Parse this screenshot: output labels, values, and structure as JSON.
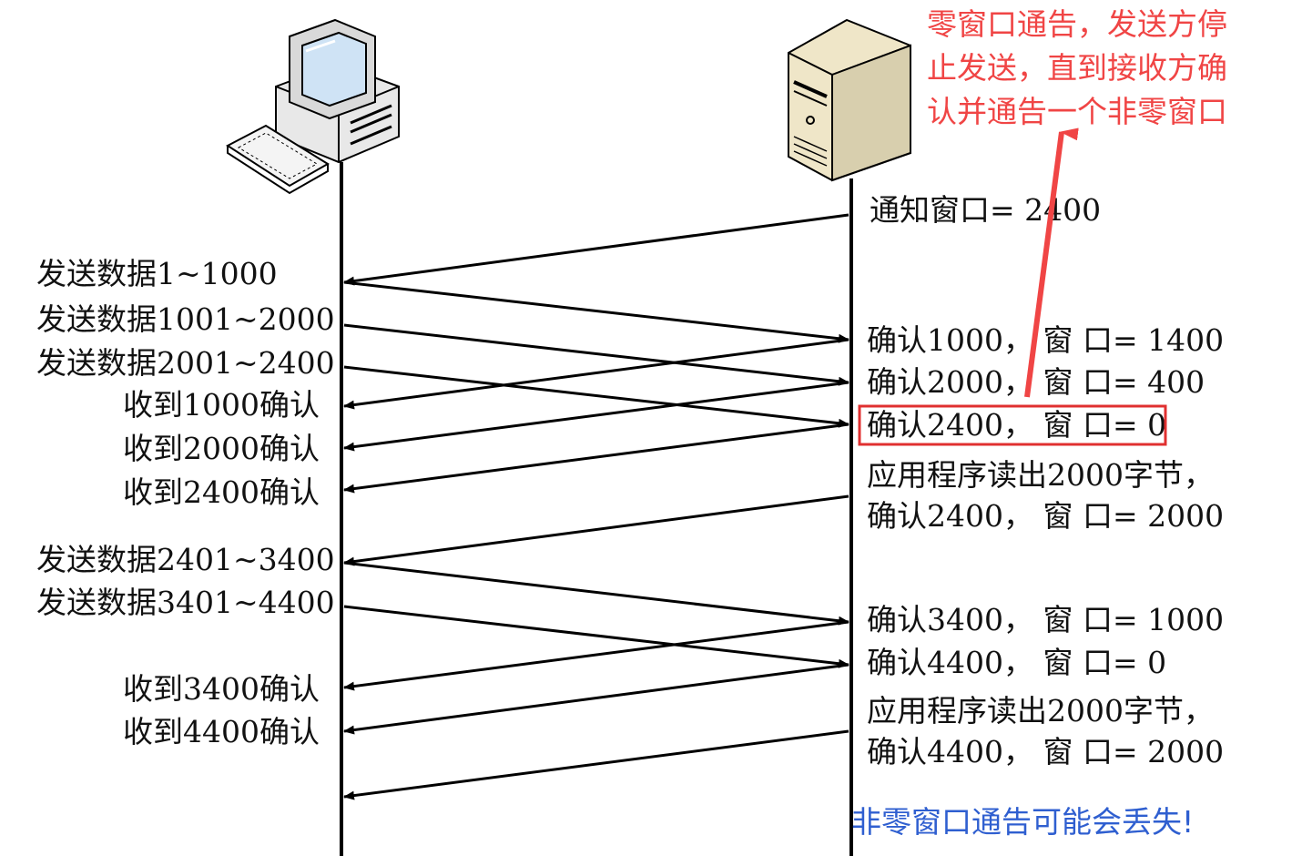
{
  "annotations": {
    "note": [
      "零窗口通告，发送方停",
      "止发送，直到接收方确",
      "认并通告一个非零窗口"
    ],
    "bottom_note": "非零窗口通告可能会丢失!"
  },
  "colors": {
    "line": "#000000",
    "text": "#111111",
    "note_red": "#f04545",
    "highlight_box": "#e03030",
    "blue_note": "#2f5fd0"
  },
  "icons": {
    "sender": "desktop-computer-icon",
    "receiver": "server-tower-icon"
  },
  "left_labels": [
    "发送数据1~1000",
    "发送数据1001~2000",
    "发送数据2001~2400",
    "收到1000确认",
    "收到2000确认",
    "收到2400确认",
    "发送数据2401~3400",
    "发送数据3401~4400",
    "收到3400确认",
    "收到4400确认"
  ],
  "right_labels": [
    "通知窗口= 2400",
    "确认1000，  窗 口= 1400",
    "确认2000，  窗 口= 400",
    "确认2400，  窗 口= 0",
    "应用程序读出2000字节，",
    "确认2400，  窗 口= 2000",
    "确认3400，  窗 口= 1000",
    "确认4400，  窗 口= 0",
    "应用程序读出2000字节，",
    "确认4400，  窗 口= 2000"
  ]
}
